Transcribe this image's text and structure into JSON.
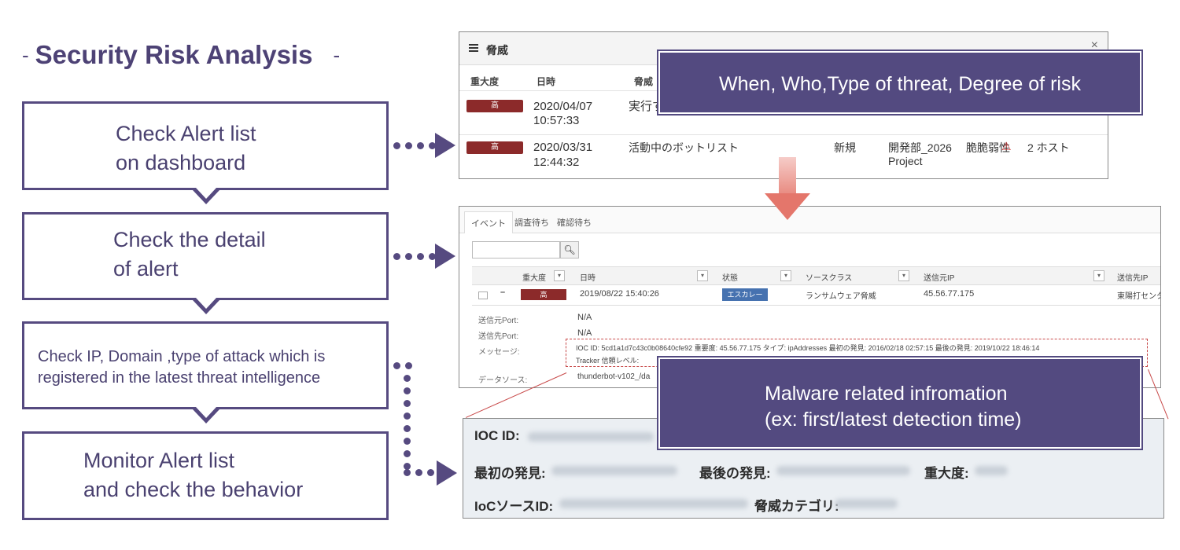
{
  "title": "Security Risk Analysis",
  "title_dash": "-",
  "steps": [
    {
      "label": "Check Alert list\non dashboard"
    },
    {
      "label": "Check the detail\nof alert"
    },
    {
      "label": "Check IP, Domain ,type of attack which  is\nregistered in the latest threat intelligence"
    },
    {
      "label": "Monitor Alert list\nand check the behavior"
    }
  ],
  "callouts": {
    "top": "When, Who,Type of threat, Degree of risk",
    "bottom": "Malware related infromation\n(ex: first/latest detection time)"
  },
  "panel1": {
    "title": "脅威",
    "close": "×",
    "headers": {
      "severity": "重大度",
      "datetime": "日時",
      "threat": "脅威"
    },
    "rows": [
      {
        "severity": "高",
        "date": "2020/04/07",
        "time": "10:57:33",
        "threat": "実行す"
      },
      {
        "severity": "高",
        "date": "2020/03/31",
        "time": "12:44:32",
        "threat": "活動中のボットリスト",
        "status": "新規",
        "dept": "開発部_2026",
        "project": "Project",
        "vuln": "脆脆弱性",
        "hosts": "2 ホスト"
      }
    ]
  },
  "panel2": {
    "tabs": [
      "イベント",
      "調査待ち",
      "確認待ち"
    ],
    "search_icon": "magnifier-icon",
    "columns": [
      "重大度",
      "日時",
      "状態",
      "ソースクラス",
      "送信元IP",
      "送信先IP"
    ],
    "row": {
      "severity": "高",
      "datetime": "2019/08/22 15:40:26",
      "status": "エスカレー",
      "source_class": "ランサムウェア脅威",
      "src_ip": "45.56.77.175",
      "dst_ip": "東陽打センタ"
    },
    "details": [
      {
        "key": "送信元Port:",
        "value": "N/A"
      },
      {
        "key": "送信先Port:",
        "value": "N/A"
      },
      {
        "key": "メッセージ:",
        "value": ""
      },
      {
        "key": "データソース:",
        "value": "thunderbot-v102_/da"
      }
    ],
    "message_line1": "IOC ID: 5cd1a1d7c43c0b08640cfe92 重要度: 45.56.77.175 タイプ: ipAddresses 最初の発見: 2016/02/18 02:57:15 最後の発見: 2019/10/22 18:46:14",
    "message_line2": "Tracker 信頼レベル:"
  },
  "panel3": {
    "labels": [
      "IOC ID:",
      "最初の発見:",
      "最後の発見:",
      "重大度:",
      "IoCソースID:",
      "脅威カテゴリ:"
    ]
  }
}
